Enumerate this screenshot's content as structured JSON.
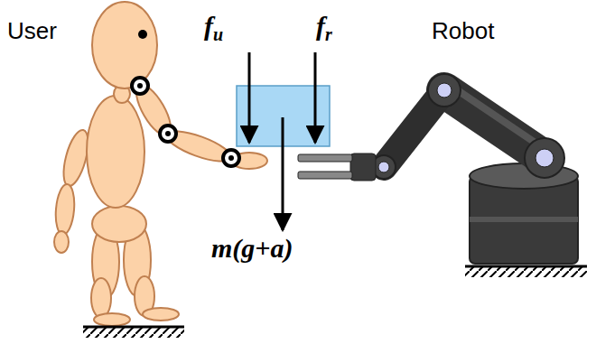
{
  "diagram": {
    "labels": [
      "User",
      "Robot",
      "fu",
      "fr",
      "m(g+a)"
    ]
  }
}
